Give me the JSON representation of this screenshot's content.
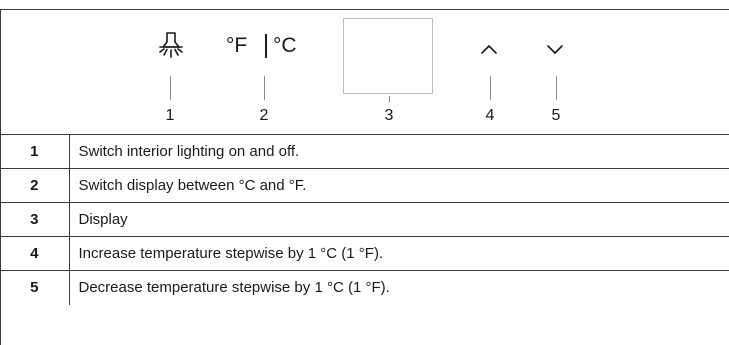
{
  "panel": {
    "light_icon": "lightbulb-icon",
    "unit_fahrenheit": "°F",
    "unit_celsius": "°C",
    "up_icon": "chevron-up-icon",
    "down_icon": "chevron-down-icon",
    "callouts": [
      "1",
      "2",
      "3",
      "4",
      "5"
    ]
  },
  "legend": {
    "rows": [
      {
        "num": "1",
        "desc": "Switch interior lighting on and off."
      },
      {
        "num": "2",
        "desc": "Switch display between °C and °F."
      },
      {
        "num": "3",
        "desc": "Display"
      },
      {
        "num": "4",
        "desc": "Increase temperature stepwise by 1 °C (1 °F)."
      },
      {
        "num": "5",
        "desc": "Decrease temperature stepwise by 1 °C (1 °F)."
      }
    ]
  }
}
